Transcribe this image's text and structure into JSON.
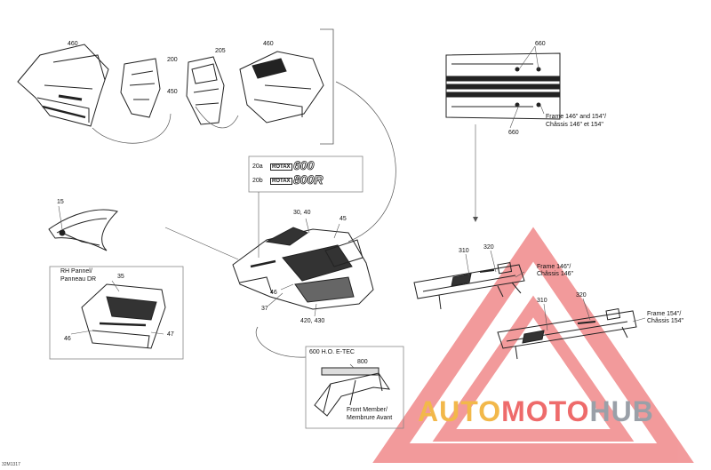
{
  "callouts": {
    "c460a": "460",
    "c200": "200",
    "c205": "205",
    "c460b": "460",
    "c450": "450",
    "c660a": "660",
    "c660b": "660",
    "c20a": "20a",
    "c20b": "20b",
    "c15": "15",
    "c3040": "30, 40",
    "c45": "45",
    "c35": "35",
    "c46a": "46",
    "c47": "47",
    "c46b": "46",
    "c37": "37",
    "c420": "420, 430",
    "c310a": "310",
    "c320a": "320",
    "c310b": "310",
    "c320b": "320",
    "c800": "800"
  },
  "notes": {
    "frame_top_1": "Frame 146\" and 154\"/",
    "frame_top_2": "Châssis 146\" et 154\"",
    "frame146_1": "Frame 146\"/",
    "frame146_2": "Châssis 146\"",
    "frame154_1": "Frame 154\"/",
    "frame154_2": "Châssis 154\"",
    "rh_1": "RH Pannel/",
    "rh_2": "Panneau DR",
    "etec": "600 H.O. E-TEC",
    "front_1": "Front Member/",
    "front_2": "Membrure Avant"
  },
  "decals": {
    "rotax_a": "ROTAX",
    "num_a": "600",
    "rotax_b": "ROTAX",
    "num_b": "800R"
  },
  "watermark": {
    "part1": "AUTO",
    "part2": "MOTO",
    "part3": "HUB"
  },
  "footer": "32M1317",
  "colors": {
    "line": "#222222",
    "leader": "#555555",
    "watermark_red": "#e8494a",
    "watermark_yellow": "#f2b84a",
    "watermark_gray": "#9aa0a8"
  }
}
